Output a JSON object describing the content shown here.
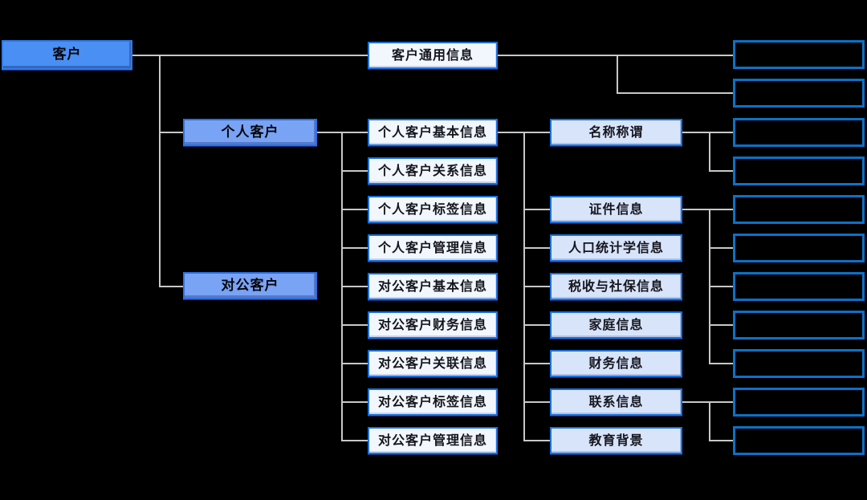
{
  "colors": {
    "background": "#000000",
    "connector": "#c8c8c8",
    "root_fill": "#4a8ff3",
    "root_border": "#2e7ae8",
    "branch_fill": "#79a3f4",
    "branch_border": "#2d6fe2",
    "info_fill": "#f2f7fe",
    "info_border": "#1a70e0",
    "detail_fill": "#d8e4fa",
    "detail_border": "#1a70e0",
    "placeholder_border": "#0d70c8"
  },
  "nodes": {
    "root": "客户",
    "branches": [
      "个人客户",
      "对公客户"
    ],
    "general_info": "客户通用信息",
    "info_groups": [
      "个人客户基本信息",
      "个人客户关系信息",
      "个人客户标签信息",
      "个人客户管理信息",
      "对公客户基本信息",
      "对公客户财务信息",
      "对公客户关联信息",
      "对公客户标签信息",
      "对公客户管理信息"
    ],
    "detail_groups": [
      "名称称谓",
      "证件信息",
      "人口统计学信息",
      "税收与社保信息",
      "家庭信息",
      "财务信息",
      "联系信息",
      "教育背景"
    ],
    "placeholder_count": 11
  }
}
